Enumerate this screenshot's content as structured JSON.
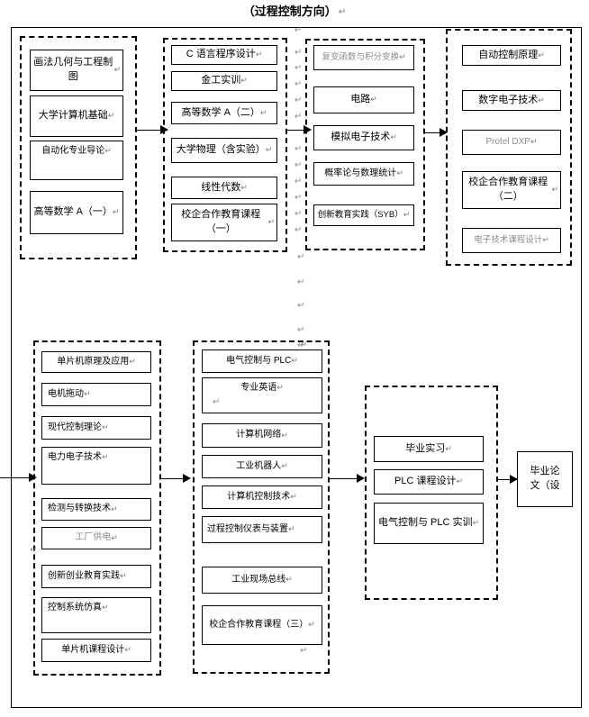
{
  "title": {
    "text": "（过程控制方向）",
    "paragraph_mark": "↵"
  },
  "glyphs": {
    "paragraph_mark": "↵",
    "arrow_right": "→"
  },
  "groups": [
    {
      "id": "semester-1",
      "courses": [
        {
          "label": "画法几何与工程制图",
          "mark": "↵"
        },
        {
          "label": "大学计算机基础",
          "mark": "↵"
        },
        {
          "label": "自动化专业导论",
          "mark": "↵"
        },
        {
          "label": "高等数学 A（一）",
          "mark": "↵"
        }
      ]
    },
    {
      "id": "semester-2",
      "courses": [
        {
          "label": "C 语言程序设计",
          "mark": "↵"
        },
        {
          "label": "金工实训",
          "mark": "↵"
        },
        {
          "label": "高等数学 A（二）",
          "mark": "↵"
        },
        {
          "label": "大学物理（含实验）",
          "mark": "↵"
        },
        {
          "label": "线性代数",
          "mark": "↵"
        },
        {
          "label": "校企合作教育课程（一）",
          "mark": "↵"
        }
      ]
    },
    {
      "id": "semester-3",
      "courses": [
        {
          "label": "复变函数与积分变换",
          "mark": "↵"
        },
        {
          "label": "电路",
          "mark": "↵"
        },
        {
          "label": "模拟电子技术",
          "mark": "↵"
        },
        {
          "label": "概率论与数理统计",
          "mark": "↵"
        },
        {
          "label": "创新教育实践（SYB）",
          "mark": "↵"
        }
      ]
    },
    {
      "id": "semester-4",
      "courses": [
        {
          "label": "自动控制原理",
          "mark": "↵"
        },
        {
          "label": "数字电子技术",
          "mark": "↵"
        },
        {
          "label": "Protel DXP",
          "mark": "↵"
        },
        {
          "label": "校企合作教育课程（二）",
          "mark": "↵"
        },
        {
          "label": "电子技术课程设计",
          "mark": "↵"
        }
      ]
    },
    {
      "id": "semester-5",
      "courses": [
        {
          "label": "单片机原理及应用",
          "mark": "↵"
        },
        {
          "label": "电机拖动",
          "mark": "↵"
        },
        {
          "label": "现代控制理论",
          "mark": "↵"
        },
        {
          "label": "电力电子技术",
          "mark": "↵"
        },
        {
          "label": "检测与转换技术",
          "mark": "↵"
        },
        {
          "label": "工厂供电",
          "mark": "↵"
        },
        {
          "label": "创新创业教育实践",
          "mark": "↵"
        },
        {
          "label": "控制系统仿真",
          "mark": "↵"
        },
        {
          "label": "单片机课程设计",
          "mark": "↵"
        }
      ]
    },
    {
      "id": "semester-6",
      "courses": [
        {
          "label": "电气控制与 PLC",
          "mark": "↵"
        },
        {
          "label": "专业英语",
          "mark": "↵"
        },
        {
          "label": "计算机网络",
          "mark": "↵"
        },
        {
          "label": "工业机器人",
          "mark": "↵"
        },
        {
          "label": "计算机控制技术",
          "mark": "↵"
        },
        {
          "label": "过程控制仪表与装置",
          "mark": "↵"
        },
        {
          "label": "工业现场总线",
          "mark": "↵"
        },
        {
          "label": "校企合作教育课程（三）",
          "mark": "↵"
        }
      ]
    },
    {
      "id": "semester-7",
      "courses": [
        {
          "label": "毕业实习",
          "mark": "↵"
        },
        {
          "label": "PLC 课程设计",
          "mark": "↵"
        },
        {
          "label": "电气控制与 PLC 实训",
          "mark": "↵"
        }
      ]
    }
  ],
  "terminal": {
    "label_line1": "毕业论",
    "label_line2": "文（设",
    "mark": ""
  },
  "stray_marks": [
    {
      "name": "mark-top-center",
      "text": "↵"
    },
    {
      "name": "mark-col3-a",
      "text": "↵"
    },
    {
      "name": "mark-col3-b",
      "text": "↵"
    },
    {
      "name": "mark-col3-c",
      "text": "↵"
    },
    {
      "name": "mark-col3-d",
      "text": "↵"
    },
    {
      "name": "mark-col3-e",
      "text": "↵"
    },
    {
      "name": "mark-col3-f",
      "text": "↵"
    },
    {
      "name": "mark-col3-g",
      "text": "↵"
    },
    {
      "name": "mark-col3-h",
      "text": "↵"
    },
    {
      "name": "mark-col3-i",
      "text": "↵"
    },
    {
      "name": "mark-col3-j",
      "text": "↵"
    },
    {
      "name": "mark-col3-k",
      "text": "↵"
    },
    {
      "name": "mark-gap-1",
      "text": "↵"
    },
    {
      "name": "mark-gap-2",
      "text": "↵"
    },
    {
      "name": "mark-gap-3",
      "text": "↵"
    },
    {
      "name": "mark-gap-4",
      "text": "↵"
    },
    {
      "name": "mark-gap-5",
      "text": "↵"
    },
    {
      "name": "mark-left-mid",
      "text": "↵"
    },
    {
      "name": "mark-mid-col-top",
      "text": "↵"
    },
    {
      "name": "mark-mid-col-bottom",
      "text": "↵"
    },
    {
      "name": "mark-mid-col-inner",
      "text": "↵"
    }
  ],
  "colors": {
    "line": "#000000",
    "box_fill": "#ffffff",
    "mark": "#8a8a8a",
    "faint_text": "#8d8d8d"
  }
}
